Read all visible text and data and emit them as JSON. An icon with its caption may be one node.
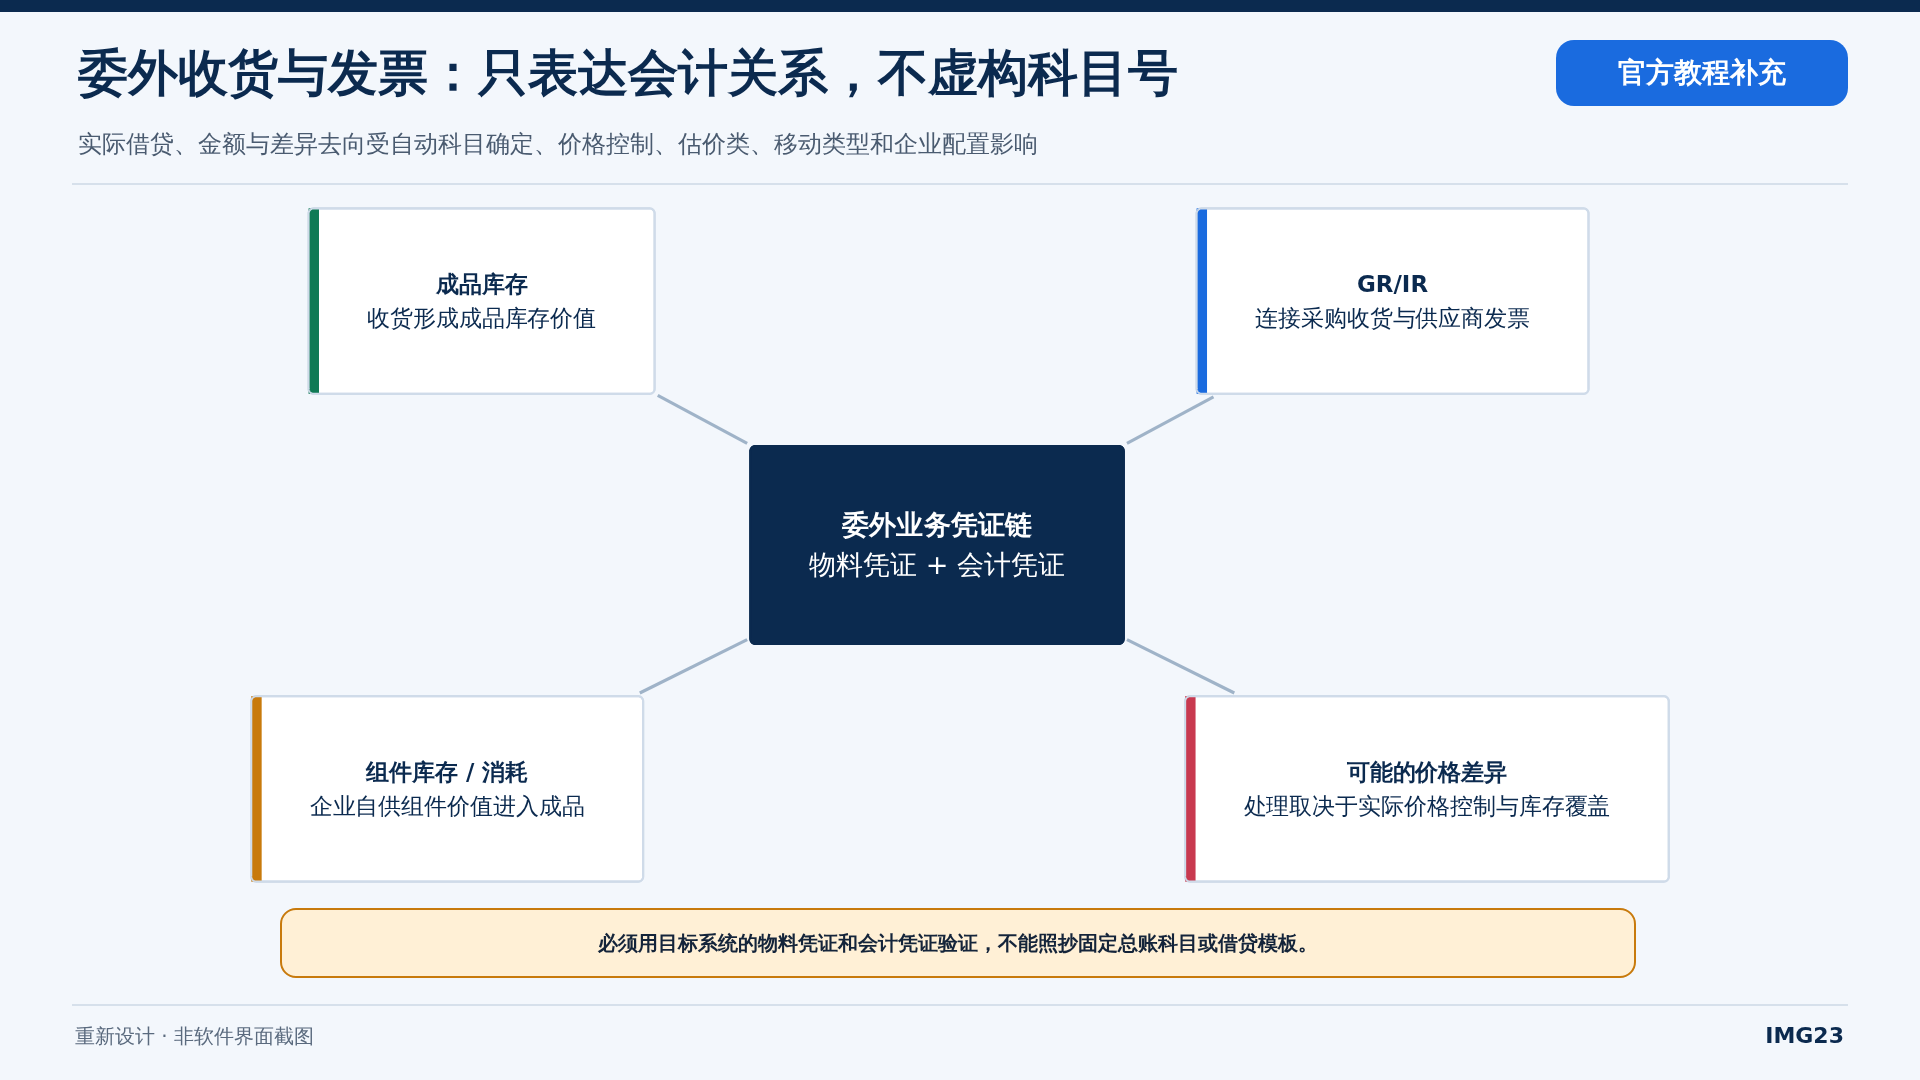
{
  "diagram": {
    "title": "委外收货与发票：只表达会计关系，不虚构科目号",
    "nodes": [
      {
        "text": [
          "成品库存",
          "收货形成成品库存价值"
        ]
      },
      {
        "text": [
          "GR/IR",
          "连接采购收货与供应商发票"
        ]
      },
      {
        "text": [
          "委外业务凭证链",
          "物料凭证 + 会计凭证"
        ]
      },
      {
        "text": [
          "组件库存 / 消耗",
          "企业自供组件价值进入成品"
        ]
      },
      {
        "text": [
          "可能的价格差异",
          "处理取决于实际价格控制与库存覆盖"
        ]
      }
    ],
    "edges": [
      {
        "from": 0,
        "to": 2,
        "arrow": "none"
      },
      {
        "from": 1,
        "to": 2,
        "arrow": "none"
      },
      {
        "from": 2,
        "to": 3,
        "arrow": "none"
      },
      {
        "from": 2,
        "to": 4,
        "arrow": "none"
      }
    ],
    "labels": [
      "官方教程补充",
      "实际借贷、金额与差异去向受自动科目确定、价格控制、估价类、移动类型和企业配置影响",
      "必须用目标系统的物料凭证和会计凭证验证，不能照抄固定总账科目或借贷模板。",
      "重新设计 · 非软件界面截图",
      "IMG23"
    ]
  }
}
